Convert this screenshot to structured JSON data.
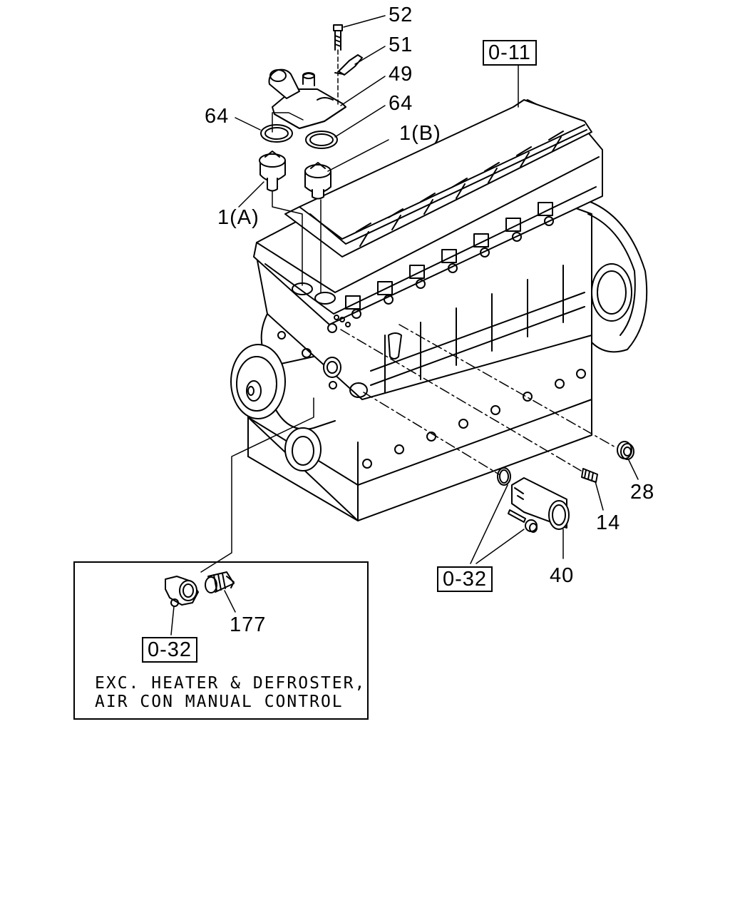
{
  "callouts": {
    "c52": "52",
    "c51": "51",
    "c49": "49",
    "c64_left": "64",
    "c64_right": "64",
    "c1b": "1(B)",
    "c1a": "1(A)",
    "c28": "28",
    "c14": "14",
    "c40": "40",
    "c177": "177"
  },
  "refs": {
    "engine": "0-11",
    "outlet": "0-32",
    "inset": "0-32"
  },
  "inset_note": {
    "line1": "EXC. HEATER & DEFROSTER,",
    "line2": "AIR CON MANUAL CONTROL"
  }
}
